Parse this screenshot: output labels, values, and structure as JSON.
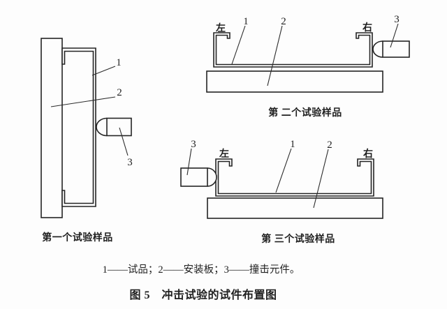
{
  "figure": {
    "title": "图 5　冲击试验的试件布置图",
    "legend": "1——试品；2——安装板；3——撞击元件。"
  },
  "samples": {
    "first": {
      "caption": "第一个试验样品",
      "label_1": "1",
      "label_2": "2",
      "label_3": "3"
    },
    "second": {
      "caption": "第 二个试验样品",
      "label_1": "1",
      "label_2": "2",
      "label_3": "3",
      "left": "左",
      "right": "右"
    },
    "third": {
      "caption": "第 三个试验样品",
      "label_1": "1",
      "label_2": "2",
      "label_3": "3",
      "left": "左",
      "right": "右"
    }
  },
  "colors": {
    "line": "#242424",
    "background": "#fdfdfd"
  }
}
